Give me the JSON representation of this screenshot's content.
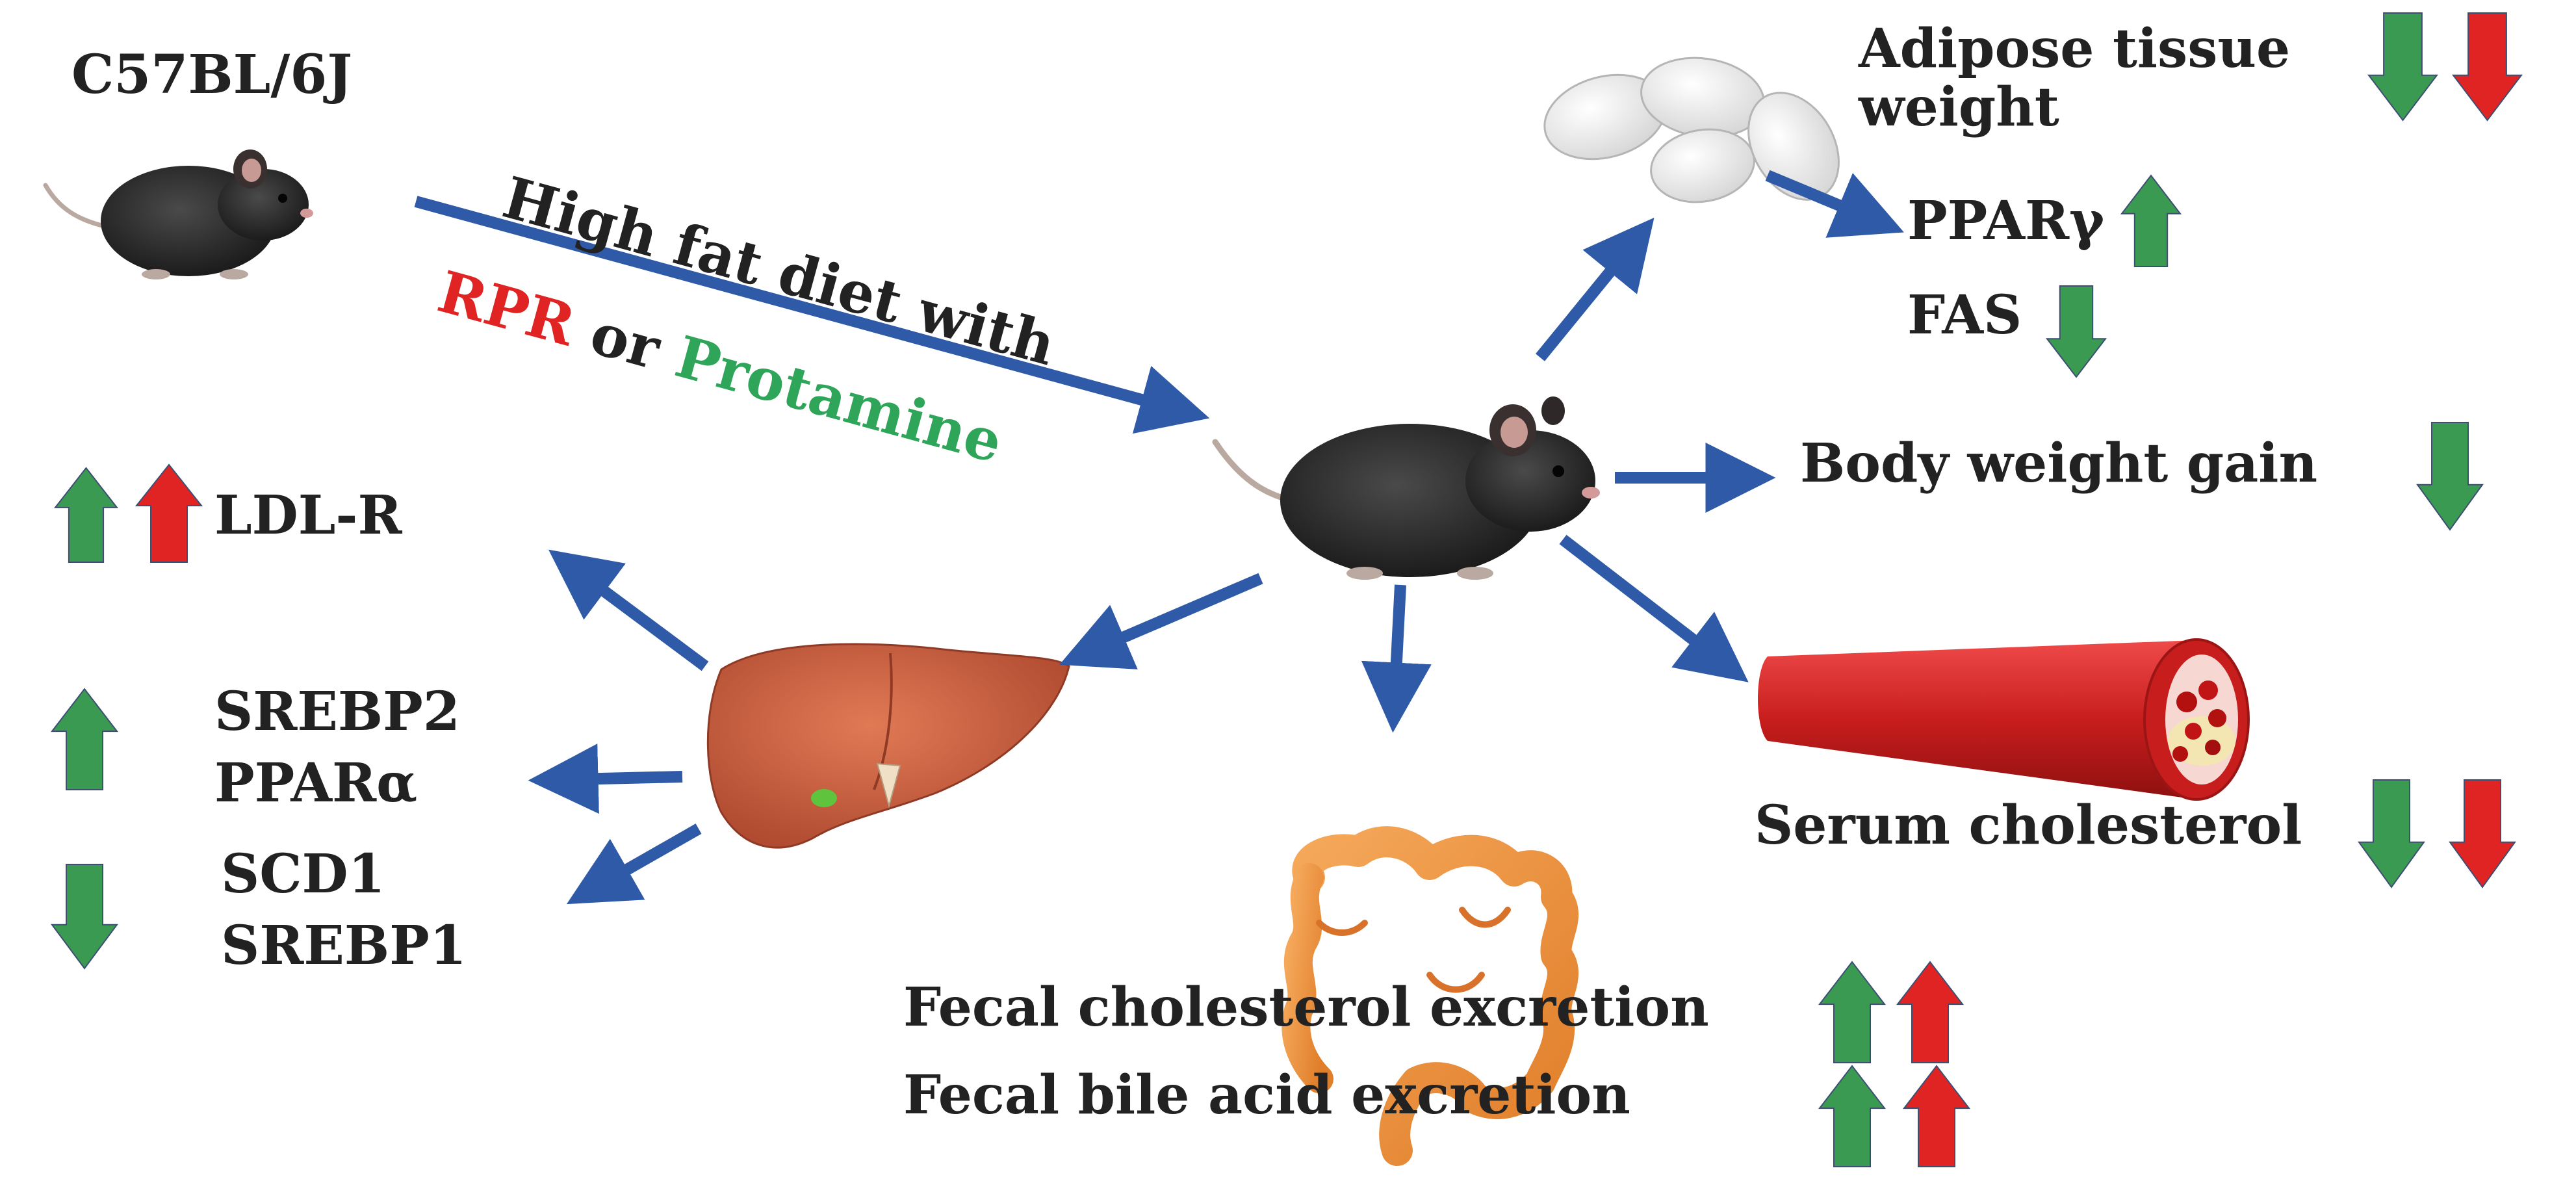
{
  "colors": {
    "arrow_blue": "#2f5aa8",
    "up_green": "#3a9a52",
    "down_green": "#3a9a52",
    "indicator_red": "#e02424",
    "rpr_red": "#e02424",
    "protamine_green": "#2fa55a",
    "text": "#222222"
  },
  "strain": "C57BL/6J",
  "diet": {
    "line1": "High fat diet with",
    "rpr": "RPR",
    "or": "or",
    "protamine": "Protamine"
  },
  "adipose": {
    "label": "Adipose tissue\nweight",
    "pparg": "PPARγ",
    "fas": "FAS"
  },
  "body_weight": "Body weight gain",
  "serum": "Serum cholesterol",
  "liver": {
    "ldlr": "LDL-R",
    "srebp2": "SREBP2",
    "ppara": "PPARα",
    "scd1": "SCD1",
    "srebp1": "SREBP1"
  },
  "fecal": {
    "cholesterol": "Fecal cholesterol excretion",
    "bile_acid": "Fecal bile acid excretion"
  },
  "icons": [
    "mouse-icon",
    "adipocyte-icon",
    "liver-icon",
    "intestine-icon",
    "blood-vessel-icon"
  ]
}
